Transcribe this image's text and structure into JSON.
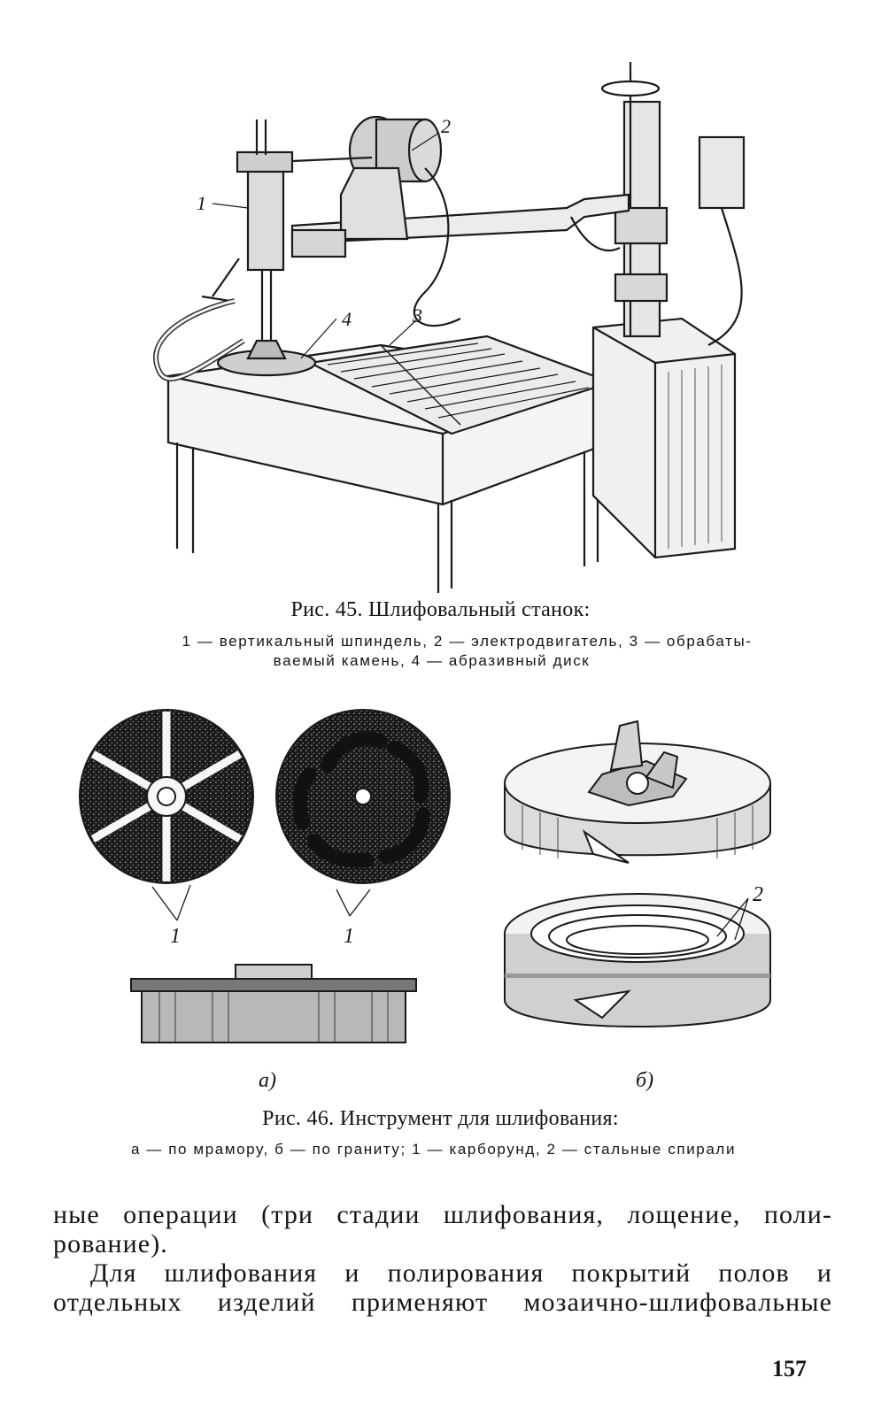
{
  "figure45": {
    "title": "Рис. 45. Шлифовальный станок:",
    "legend_line1": "1 — вертикальный шпиндель, 2 — электродвигатель, 3 — обрабаты-",
    "legend_line2": "ваемый камень, 4 — абразивный диск",
    "callouts": [
      "1",
      "2",
      "3",
      "4"
    ]
  },
  "figure46": {
    "title": "Рис. 46. Инструмент для шлифования:",
    "legend": "а — по мрамору, б — по граниту; 1 — карборунд, 2 — стальные спирали",
    "panel_labels": [
      "а)",
      "б)"
    ],
    "callouts": [
      "1",
      "1",
      "2"
    ]
  },
  "body": {
    "paragraph1": "ные операции (три стадии шлифования, лощение, поли-рование).",
    "paragraph1_line1": "ные операции (три стадии шлифования, лощение, поли-",
    "paragraph1_line2": "рование).",
    "paragraph2_line1": "Для шлифования и полирования покрытий полов и",
    "paragraph2_line2": "отдельных изделий применяют мозаично-шлифовальные"
  },
  "page_number": "157"
}
